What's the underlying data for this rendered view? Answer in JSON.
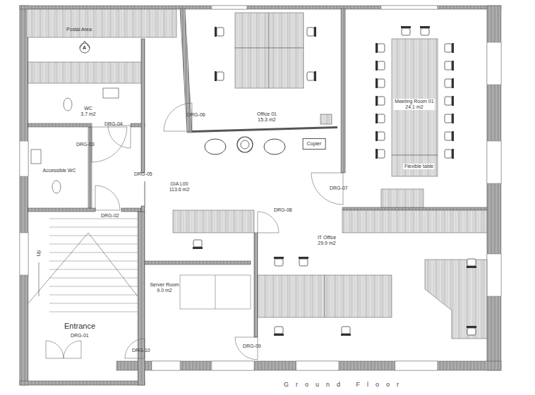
{
  "diagram": {
    "caption": "Ground Floor",
    "nodes": [
      {
        "text": [
          "Postal Area"
        ]
      },
      {
        "text": [
          "WC",
          "3.7 m2"
        ]
      },
      {
        "text": [
          "Office 01",
          "15.3 m2"
        ]
      },
      {
        "text": [
          "Meeting Room 01",
          "24.1 m2"
        ]
      },
      {
        "text": [
          "Copier"
        ]
      },
      {
        "text": [
          "Accessible WC"
        ]
      },
      {
        "text": [
          "GIA L00",
          "113.6 m2"
        ]
      },
      {
        "text": [
          "IT Office",
          "29.9 m2"
        ]
      },
      {
        "text": [
          "Server Room",
          "9.0 m2"
        ]
      },
      {
        "text": [
          "Entrance"
        ]
      }
    ],
    "labels": [
      "A",
      "DRG-06",
      "DRG-04",
      "DRG-03",
      "DRG-05",
      "Flexible table",
      "DRG-07",
      "DRG-02",
      "DRG-08",
      "Up",
      "DRG-10",
      "DRG-09",
      "DRG-01"
    ]
  }
}
